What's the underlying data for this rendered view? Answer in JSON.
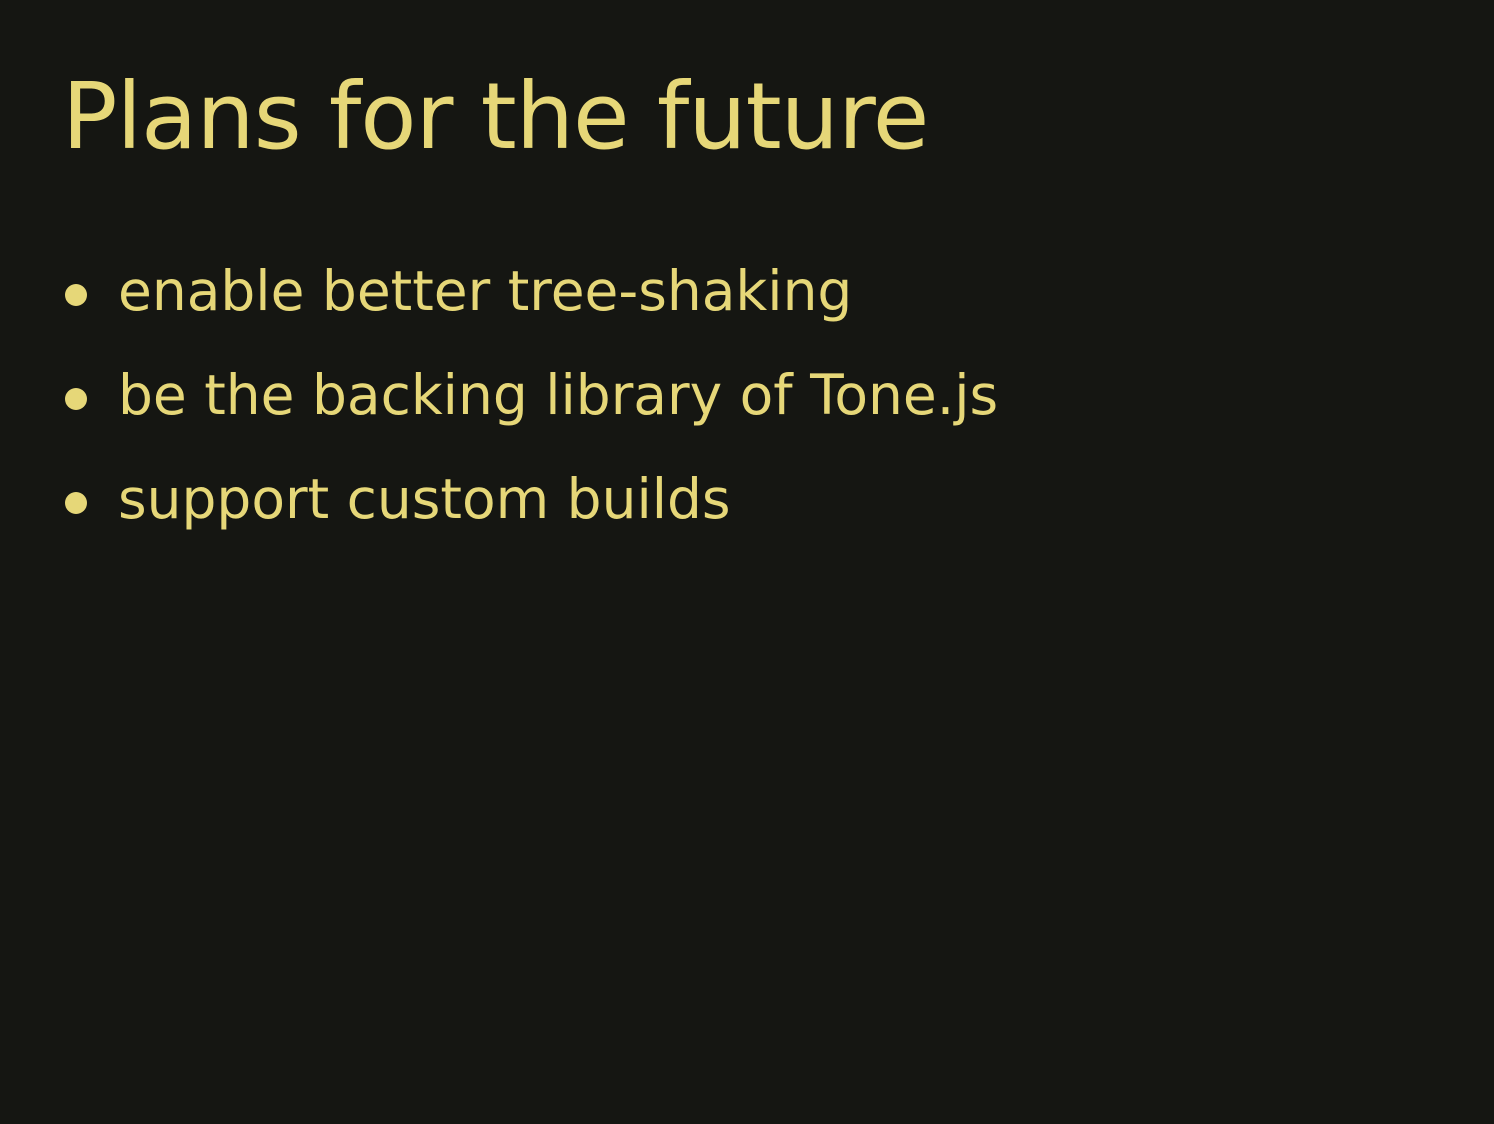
{
  "slide": {
    "title": "Plans for the future",
    "bullets": [
      "enable better tree-shaking",
      "be the backing library of Tone.js",
      "support custom builds"
    ]
  },
  "colors": {
    "background": "#151612",
    "text": "#e6d778"
  }
}
